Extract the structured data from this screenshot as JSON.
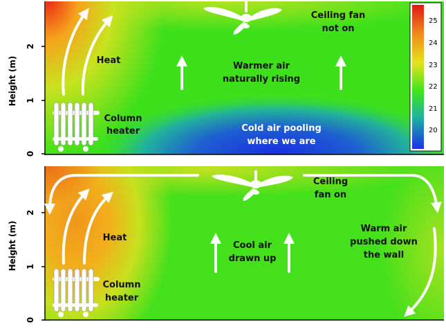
{
  "colors": {
    "hot": "#e8201a",
    "orange": "#f29a1c",
    "yellow": "#e8e01e",
    "green": "#39e51b",
    "teal": "#1fb6a5",
    "blue": "#1c33e6",
    "arrow": "#ffffff"
  },
  "y_axis": {
    "label": "Height (m)",
    "ticks": [
      "0",
      "1",
      "2"
    ]
  },
  "colorbar": {
    "ticks": [
      "25",
      "24",
      "23",
      "22",
      "21",
      "20"
    ]
  },
  "panel_top": {
    "heat": "Heat",
    "column_heater": [
      "Column",
      "heater"
    ],
    "ceiling_fan": [
      "Ceiling fan",
      "not on"
    ],
    "warm_air": [
      "Warmer air",
      "naturally rising"
    ],
    "cold_air": [
      "Cold air pooling",
      "where we are"
    ]
  },
  "panel_bottom": {
    "heat": "Heat",
    "column_heater": [
      "Column",
      "heater"
    ],
    "ceiling_fan": [
      "Ceiling",
      "fan on"
    ],
    "cool_air": [
      "Cool air",
      "drawn up"
    ],
    "warm_air": [
      "Warm air",
      "pushed down",
      "the wall"
    ]
  },
  "icons": {
    "fan": "ceiling-fan-icon",
    "heater": "radiator-heater-icon",
    "arrow": "white-arrow-icon"
  }
}
